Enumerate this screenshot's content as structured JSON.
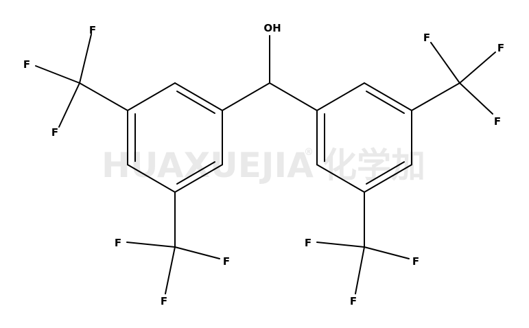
{
  "watermark": {
    "latin": "HUAXUEJIA",
    "reg": "®",
    "cjk": "化学加"
  },
  "structure": {
    "labels": {
      "oh": "OH",
      "f": "F"
    }
  },
  "colors": {
    "bonds": "#000000",
    "watermark": "#e9e9e9",
    "background": "#ffffff"
  }
}
